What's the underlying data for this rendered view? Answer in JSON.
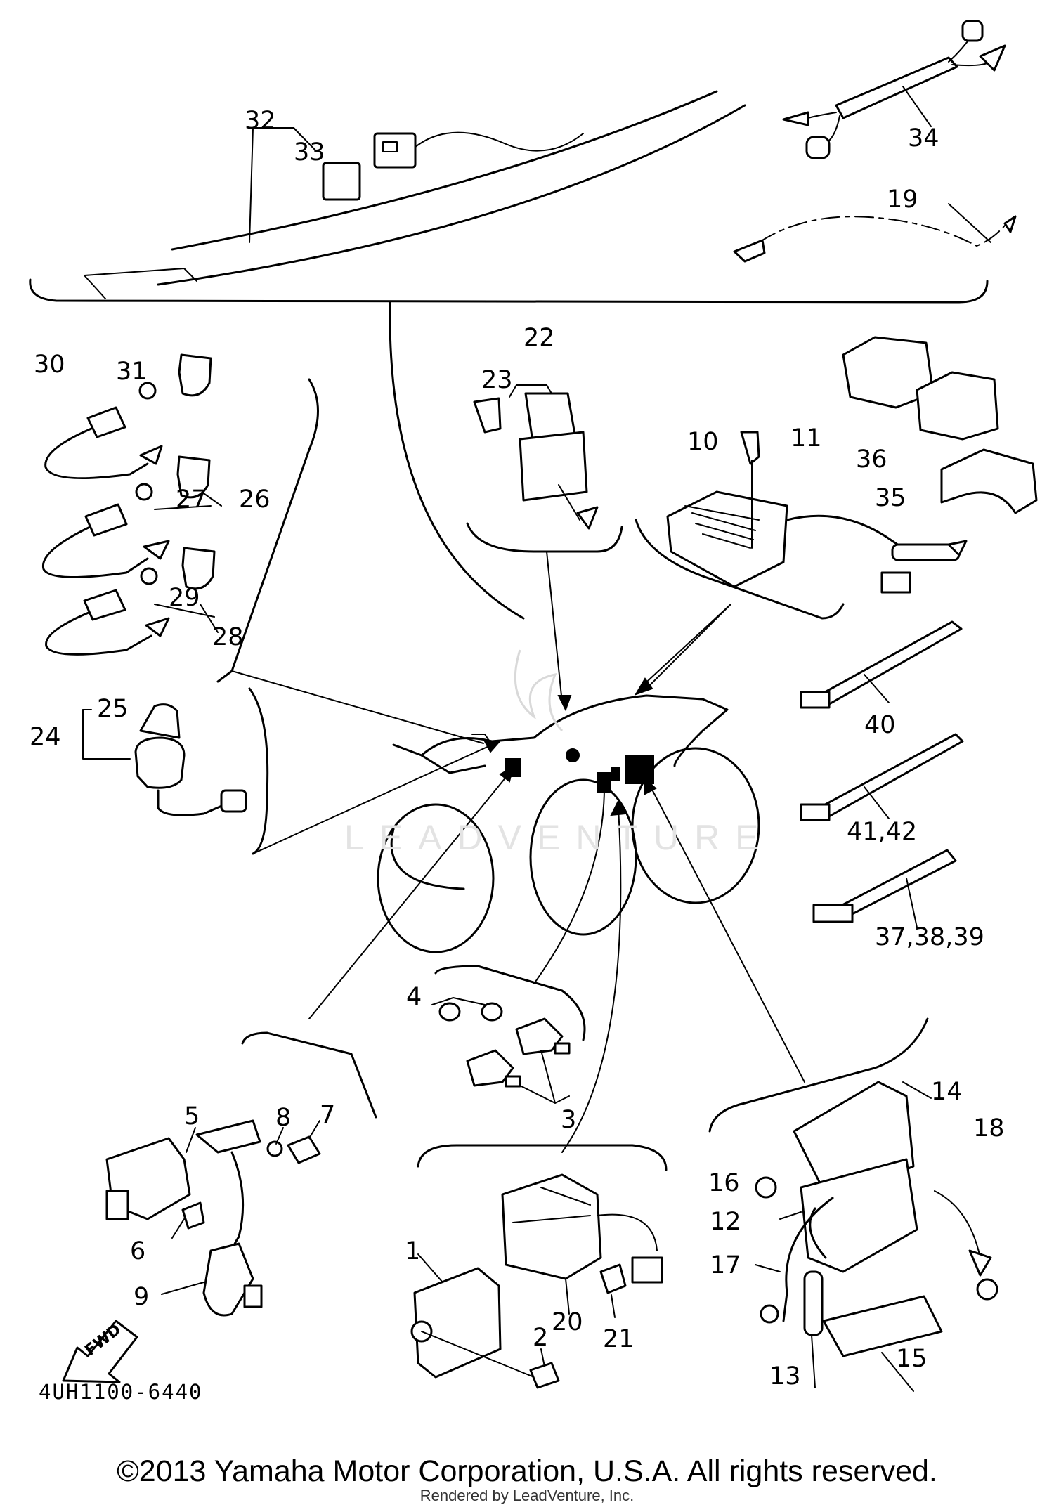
{
  "diagram_code": "4UH1100-6440",
  "copyright": "©2013 Yamaha Motor Corporation, U.S.A. All rights reserved.",
  "rendered_by": "Rendered by LeadVenture, Inc.",
  "watermark": "LEADVENTURE",
  "fwd_label": "FWD",
  "callouts": {
    "c1": "1",
    "c2": "2",
    "c3": "3",
    "c4": "4",
    "c5": "5",
    "c6": "6",
    "c7": "7",
    "c8": "8",
    "c9": "9",
    "c10": "10",
    "c11": "11",
    "c12": "12",
    "c13": "13",
    "c14": "14",
    "c15": "15",
    "c16": "16",
    "c17": "17",
    "c18": "18",
    "c19": "19",
    "c20": "20",
    "c21": "21",
    "c22": "22",
    "c23": "23",
    "c24": "24",
    "c25": "25",
    "c26": "26",
    "c27": "27",
    "c28": "28",
    "c29": "29",
    "c30": "30",
    "c31": "31",
    "c32": "32",
    "c33": "33",
    "c34": "34",
    "c35": "35",
    "c36": "36",
    "c37_39": "37,38,39",
    "c40": "40",
    "c41_42": "41,42"
  }
}
